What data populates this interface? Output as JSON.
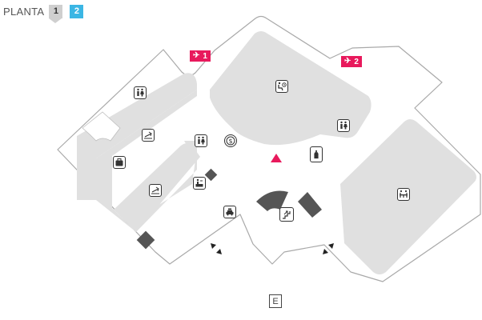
{
  "floor_selector": {
    "label": "PLANTA",
    "floors": [
      {
        "label": "1",
        "active": true
      },
      {
        "label": "2",
        "active": false
      }
    ]
  },
  "flight_badges": [
    {
      "label": "1",
      "icon": "airplane-icon"
    },
    {
      "label": "2",
      "icon": "airplane-icon"
    }
  ],
  "exit": {
    "label": "E"
  },
  "poi_icons": [
    "restroom-icon",
    "money-exchange-icon",
    "baggage-icon",
    "waiting-room-icon",
    "arrivals-icon",
    "ticket-counter-icon",
    "taxi-icon",
    "stairs-icon",
    "drinks-icon",
    "restaurant-icon"
  ],
  "colors": {
    "accent": "#e8195c",
    "floor_inactive": "#3bb6e4",
    "floor_active": "#cfcfcf",
    "area_fill": "#e0e0e0",
    "outline": "#a9a9a9",
    "dark_marker": "#555555"
  }
}
